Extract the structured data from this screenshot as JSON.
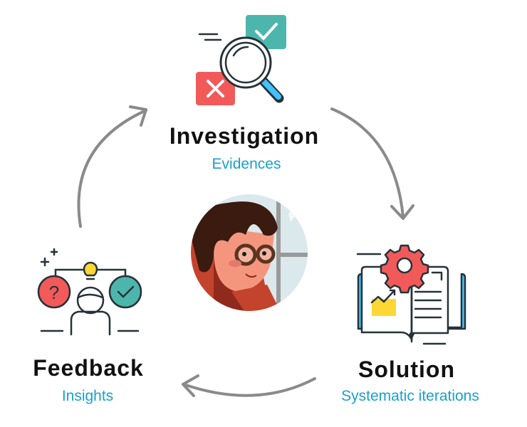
{
  "stages": [
    {
      "title": "Investigation",
      "subtitle": "Evidences",
      "icon": "magnifier-check-cross-icon"
    },
    {
      "title": "Solution",
      "subtitle": "Systematic iterations",
      "icon": "book-gear-chart-icon"
    },
    {
      "title": "Feedback",
      "subtitle": "Insights",
      "icon": "person-idea-icon"
    }
  ],
  "center": {
    "icon": "person-portrait"
  },
  "colors": {
    "title": "#111111",
    "subtitle": "#1a9fce",
    "arrow": "#8a8a8a",
    "teal": "#4db6ac",
    "red": "#f25a5a",
    "blue": "#40c4ff",
    "yellow": "#fdd835"
  }
}
